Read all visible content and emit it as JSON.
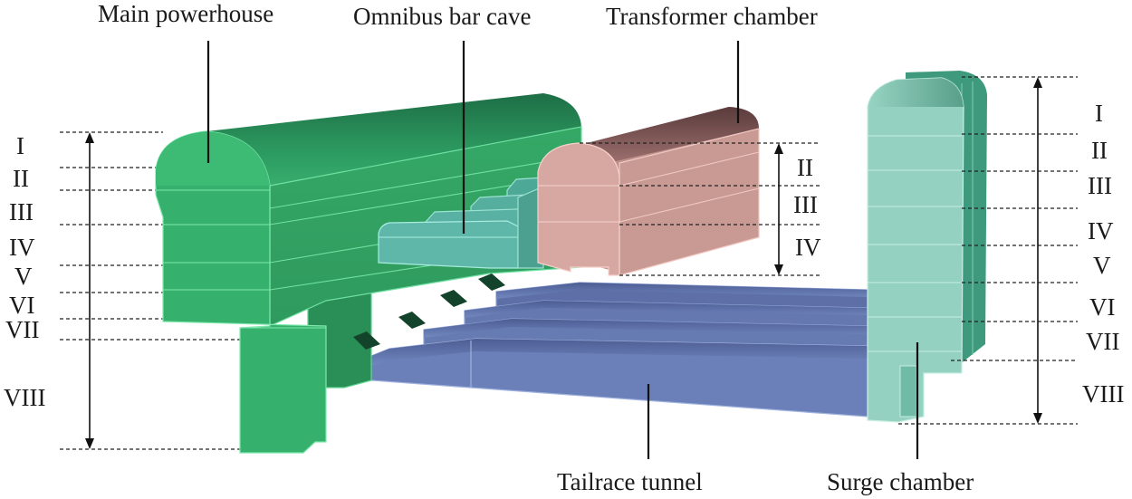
{
  "labels": {
    "main_powerhouse": "Main powerhouse",
    "omnibus_bar_cave": "Omnibus bar cave",
    "transformer_chamber": "Transformer chamber",
    "tailrace_tunnel": "Tailrace tunnel",
    "surge_chamber": "Surge chamber"
  },
  "left_layers": [
    "I",
    "II",
    "III",
    "IV",
    "V",
    "VI",
    "VII",
    "VIII"
  ],
  "transformer_layers": [
    "II",
    "III",
    "IV"
  ],
  "right_layers": [
    "I",
    "II",
    "III",
    "IV",
    "V",
    "VI",
    "VII",
    "VIII"
  ],
  "colors": {
    "powerhouse": "#2e9e63",
    "omnibus": "#5fb7a9",
    "transformer": "#cf9e98",
    "tailrace": "#6b80b8",
    "surge": "#93cfbe"
  }
}
